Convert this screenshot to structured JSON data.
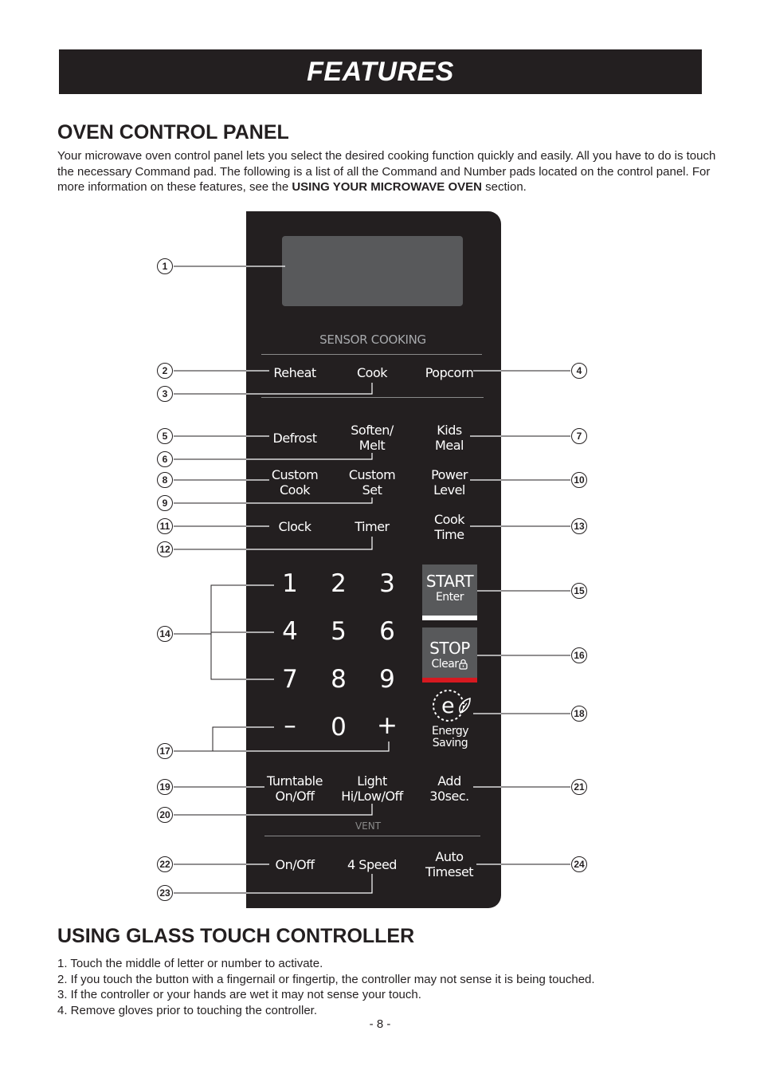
{
  "header": {
    "title": "FEATURES"
  },
  "section1": {
    "title": "OVEN CONTROL PANEL",
    "intro_text": "Your microwave oven control panel lets you select the desired cooking function quickly and easily. All you have to do is touch the necessary Command pad. The following is a list of all the Command and Number pads located on the control panel. For more information on these features, see the ",
    "intro_bold": "USING YOUR MICROWAVE OVEN",
    "intro_end": " section."
  },
  "panel": {
    "sensor_label": "SENSOR COOKING",
    "reheat": "Reheat",
    "cook": "Cook",
    "popcorn": "Popcorn",
    "defrost": "Defrost",
    "soften_melt": "Soften/\nMelt",
    "kids_meal": "Kids\nMeal",
    "custom_cook": "Custom\nCook",
    "custom_set": "Custom\nSet",
    "power_level": "Power\nLevel",
    "clock": "Clock",
    "timer": "Timer",
    "cook_time": "Cook\nTime",
    "numbers": [
      "1",
      "2",
      "3",
      "4",
      "5",
      "6",
      "7",
      "8",
      "9",
      "–",
      "0",
      "+"
    ],
    "start": "START",
    "enter": "Enter",
    "stop": "STOP",
    "clear": "Clear",
    "energy_saving": "Energy\nSaving",
    "turntable": "Turntable\nOn/Off",
    "light": "Light\nHi/Low/Off",
    "add30": "Add\n30sec.",
    "vent_label": "VENT",
    "vent_onoff": "On/Off",
    "speed": "4 Speed",
    "auto_timeset": "Auto\nTimeset"
  },
  "callouts": [
    "1",
    "2",
    "3",
    "4",
    "5",
    "6",
    "7",
    "8",
    "9",
    "10",
    "11",
    "12",
    "13",
    "14",
    "15",
    "16",
    "17",
    "18",
    "19",
    "20",
    "21",
    "22",
    "23",
    "24"
  ],
  "section2": {
    "title": "USING GLASS TOUCH CONTROLLER",
    "steps": [
      "1. Touch the middle of letter or number to activate.",
      "2. If you touch the button with a fingernail or fingertip, the controller may not sense it is being touched.",
      "3. If the controller or your hands are wet it may not sense your touch.",
      "4. Remove gloves prior to touching the controller."
    ]
  },
  "page_number": "- 8 -"
}
